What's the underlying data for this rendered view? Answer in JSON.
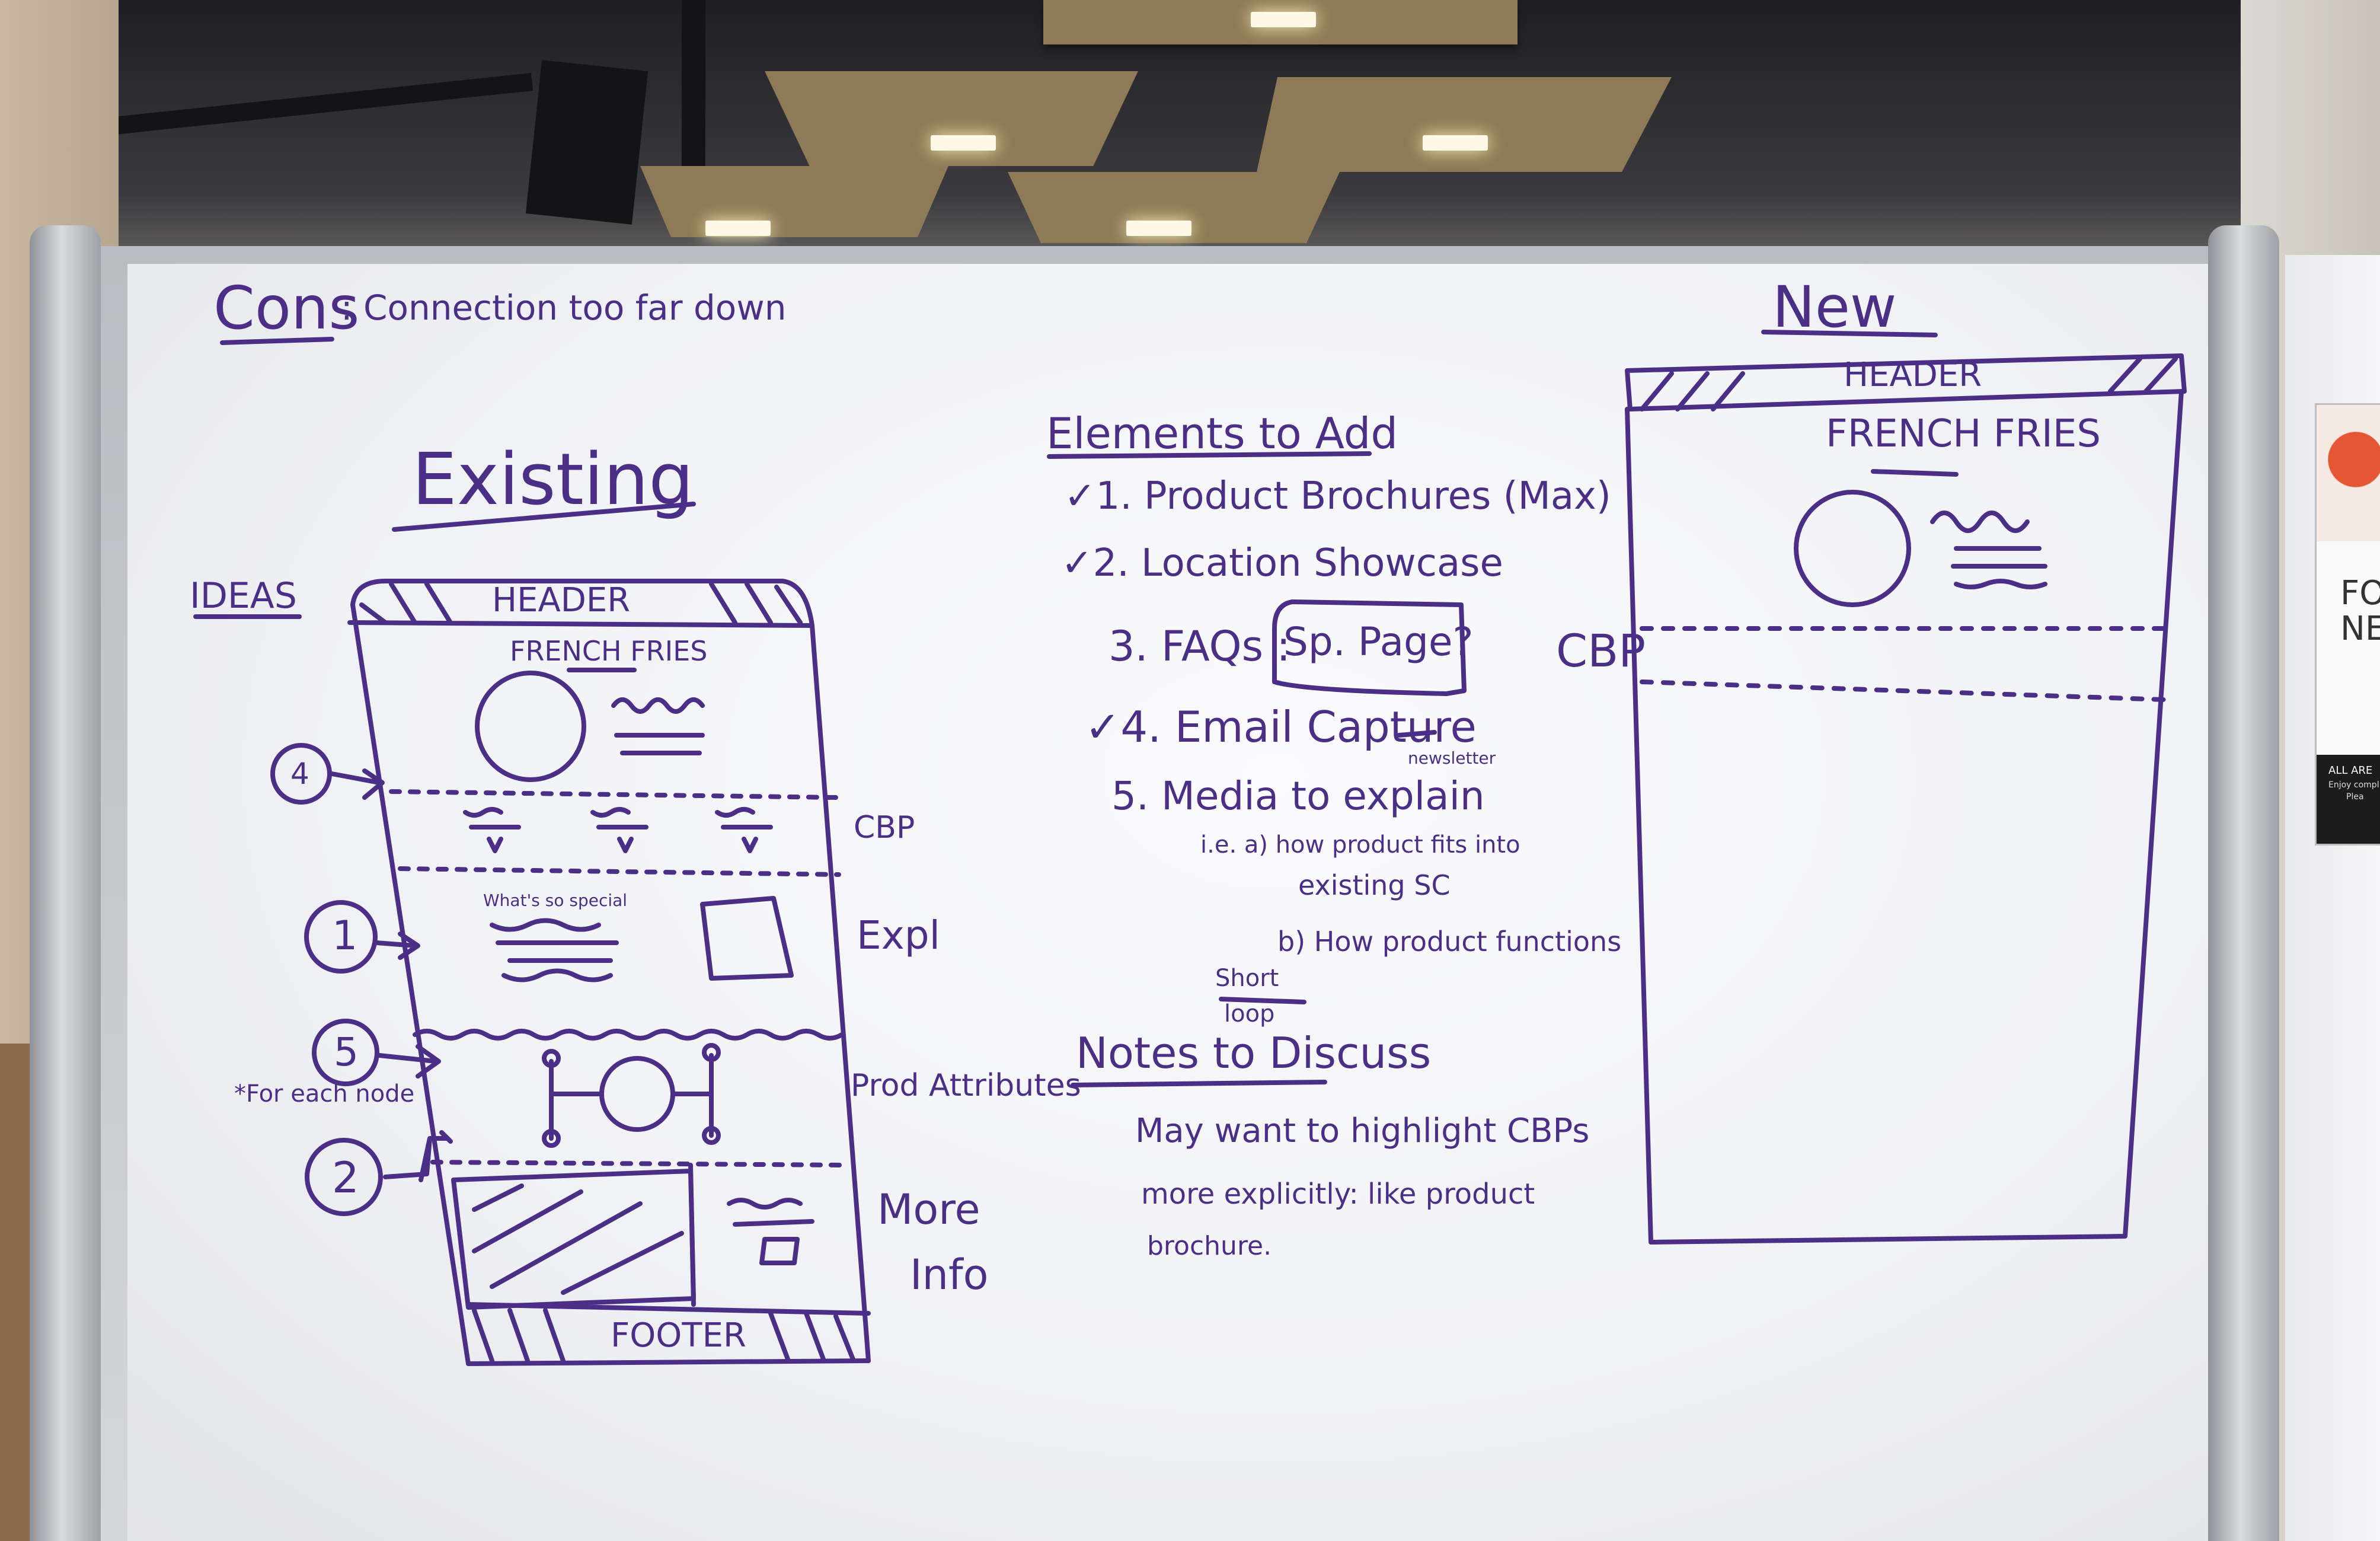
{
  "whiteboard": {
    "cons": {
      "label": "Cons",
      "text": ": Connection too far down"
    },
    "existing": {
      "title": "Existing",
      "ideas_label": "IDEAS",
      "header": "HEADER",
      "hero_title": "FRENCH FRIES",
      "hero_subtitle": "What's so special",
      "footer": "FOOTER",
      "markers": [
        "4",
        "1",
        "5",
        "2"
      ],
      "node_note": "*For each node",
      "side_labels": [
        "CBP",
        "Expl",
        "Prod Attributes",
        "More",
        "Info"
      ]
    },
    "elements_to_add": {
      "title": "Elements to Add",
      "items": [
        "✓1. Product Brochures (Max)",
        "✓2. Location Showcase",
        "3. FAQs :",
        "✓4. Email Capture",
        "5. Media to explain"
      ],
      "faq_box": "Sp. Page?",
      "email_note": "newsletter",
      "media_sub_a1": "i.e. a) how product fits into",
      "media_sub_a2": "existing SC",
      "media_sub_b": "b) How product functions",
      "short_loop_1": "Short",
      "short_loop_2": "loop"
    },
    "notes": {
      "title": "Notes to Discuss",
      "lines": [
        "May want to highlight CBPs",
        "more explicitly: like product",
        "brochure."
      ]
    },
    "new": {
      "title": "New",
      "header": "HEADER",
      "hero_title": "FRENCH FRIES",
      "side_label": "CBP"
    }
  },
  "poster": {
    "lines": [
      "FO",
      "NE",
      "ALL ARE",
      "Enjoy compl",
      "Plea"
    ]
  },
  "colors": {
    "marker_ink": "#4b2f86",
    "board_white": "#f4f5f7",
    "frame_gray": "#c4c7ca"
  }
}
